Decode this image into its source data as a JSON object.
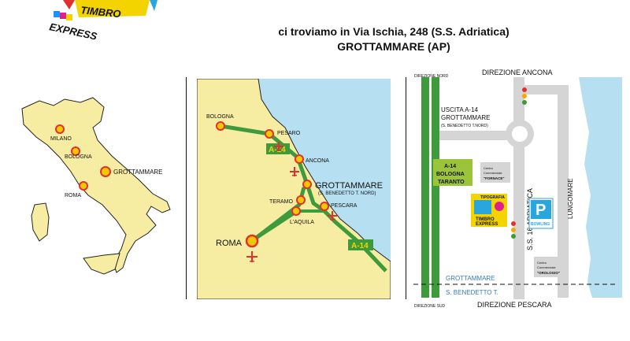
{
  "header": {
    "line1": "ci troviamo in Via Ischia, 248 (S.S. Adriatica)",
    "line2": "GROTTAMMARE (AP)",
    "logo_text": "TIMBRO EXPRESS"
  },
  "italy_map": {
    "cities": [
      {
        "name": "MILANO"
      },
      {
        "name": "BOLOGNA"
      },
      {
        "name": "GROTTAMMARE"
      },
      {
        "name": "ROMA"
      }
    ]
  },
  "regional_map": {
    "cities": {
      "bologna": "BOLOGNA",
      "pesaro": "PESARO",
      "ancona": "ANCONA",
      "grottammare": "GROTTAMMARE",
      "grottammare_sub": "(S. BENEDETTO T. NORD)",
      "teramo": "TERAMO",
      "laquila": "L'AQUILA",
      "pescara": "PESCARA",
      "roma": "ROMA"
    },
    "highway_labels": [
      "A-14",
      "A-14"
    ]
  },
  "local_map": {
    "direzione_nord": "DIREZIONE NORD",
    "direzione_sud": "DIREZIONE SUD",
    "direzione_ancona": "DIREZIONE ANCONA",
    "direzione_pescara": "DIREZIONE PESCARA",
    "uscita_line1": "USCITA A-14",
    "uscita_line2": "GROTTAMMARE",
    "uscita_line3": "(S. BENEDETTO T.NORD)",
    "a14_line1": "A-14",
    "a14_line2": "BOLOGNA",
    "a14_line3": "TARANTO",
    "centro_fornace_line1": "Centro",
    "centro_fornace_line2": "Commerciale",
    "centro_fornace_line3": "\"FORNACE\"",
    "centro_orologio_line1": "Centro",
    "centro_orologio_line2": "Commerciale",
    "centro_orologio_line3": "\"OROLOGIO\"",
    "ss16": "S.S. 16 ADRIATICA",
    "lungomare": "LUNGOMARE",
    "parking": "P",
    "bowling": "BOWLING",
    "grottammare": "GROTTAMMARE",
    "s_benedetto": "S. BENEDETTO T.",
    "shop_line1": "TIPOGRAFIA",
    "shop_line2": "TIMBRO",
    "shop_line3": "EXPRESS"
  },
  "colors": {
    "land": "#f7eda2",
    "sea": "#b6e0f1",
    "highway": "#3f9a3b",
    "city": "#f0c800",
    "city_ring": "#e23030",
    "road": "#d5d5d5",
    "parking": "#2aa6df"
  }
}
